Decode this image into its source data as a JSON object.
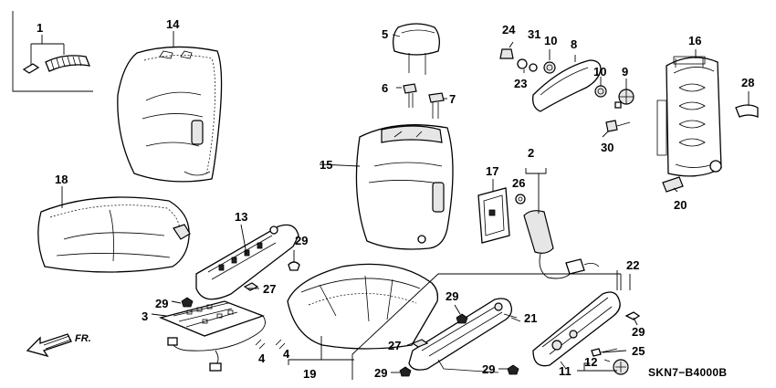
{
  "diagram_code": "SKN7−B4000B",
  "direction_label": "FR.",
  "part_numbers": {
    "p1": "1",
    "p2": "2",
    "p3": "3",
    "p4a": "4",
    "p4b": "4",
    "p5": "5",
    "p6": "6",
    "p7": "7",
    "p8": "8",
    "p9": "9",
    "p10a": "10",
    "p10b": "10",
    "p11": "11",
    "p12": "12",
    "p13": "13",
    "p14": "14",
    "p15": "15",
    "p16": "16",
    "p17": "17",
    "p18": "18",
    "p19": "19",
    "p20": "20",
    "p21": "21",
    "p22": "22",
    "p23": "23",
    "p24": "24",
    "p25": "25",
    "p26": "26",
    "p27a": "27",
    "p27b": "27",
    "p28": "28",
    "p29a": "29",
    "p29b": "29",
    "p29c": "29",
    "p29d": "29",
    "p29e": "29",
    "p29f": "29",
    "p30": "30",
    "p31": "31"
  },
  "icons": [
    "direction-arrow-icon"
  ]
}
